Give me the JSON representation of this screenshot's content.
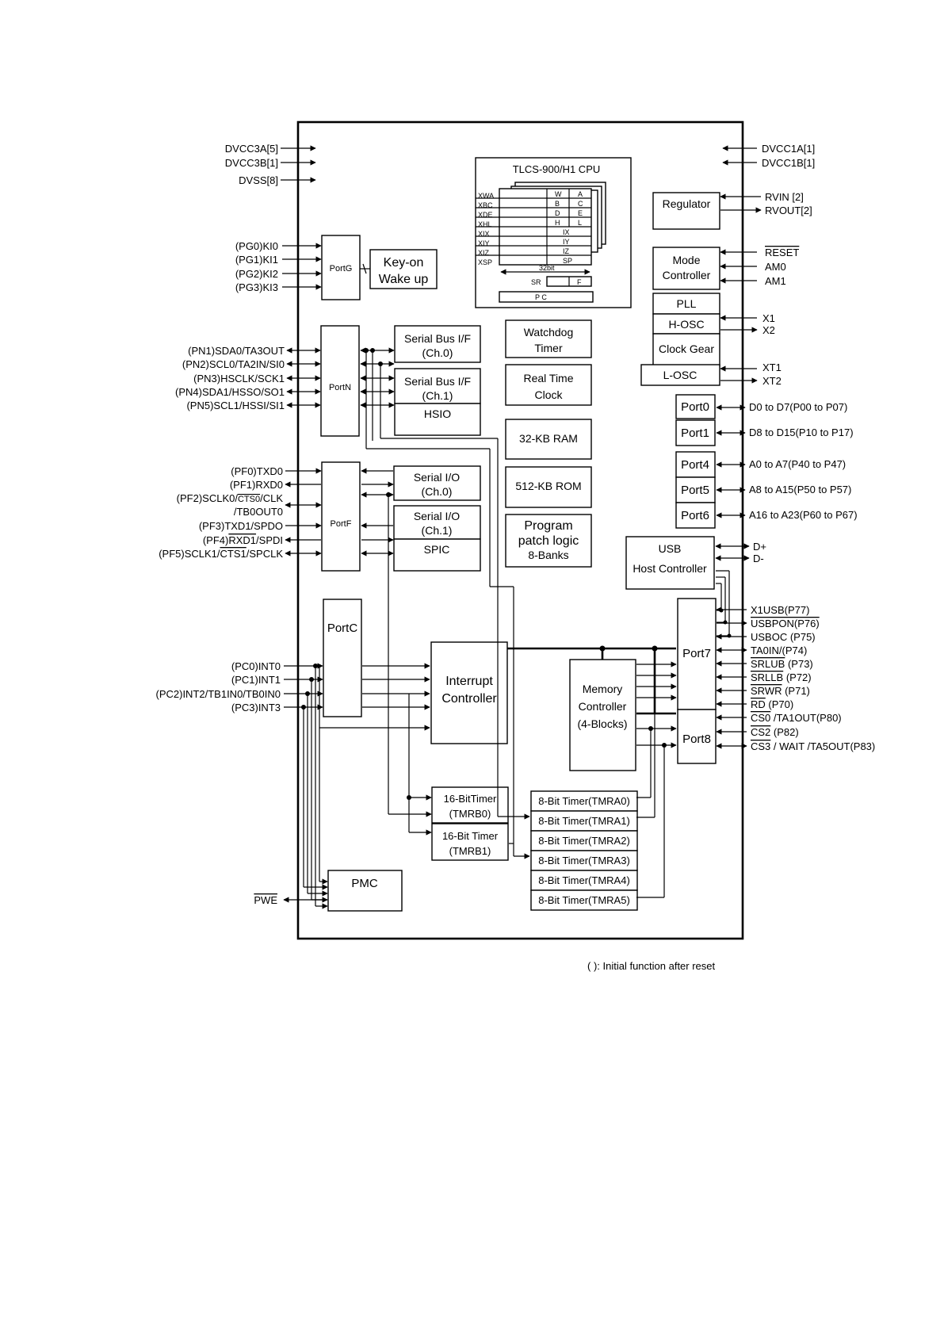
{
  "cpu": {
    "title": "TLCS-900/H1   CPU",
    "regs": [
      "XWA",
      "XBC",
      "XDE",
      "XHL",
      "XIX",
      "XIY",
      "XIZ",
      "XSP"
    ],
    "short_regs": [
      "W",
      "A",
      "B",
      "C",
      "D",
      "E",
      "H",
      "L"
    ],
    "index_regs": [
      "IX",
      "IY",
      "IZ",
      "SP"
    ],
    "bits": "32bit",
    "sr": "SR",
    "f": "F",
    "pc": "P   C"
  },
  "blocks": {
    "keyon_1": "Key-on",
    "keyon_2": "Wake up",
    "sbif0_1": "Serial Bus I/F",
    "sbif0_2": "(Ch.0)",
    "sbif1_1": "Serial Bus I/F",
    "sbif1_2": "(Ch.1)",
    "hsio": "HSIO",
    "wdt_1": "Watchdog",
    "wdt_2": "Timer",
    "rtc_1": "Real Time",
    "rtc_2": "Clock",
    "ram": "32-KB RAM",
    "rom": "512-KB ROM",
    "sio0_1": "Serial I/O",
    "sio0_2": "(Ch.0)",
    "sio1_1": "Serial I/O",
    "sio1_2": "(Ch.1)",
    "spic": "SPIC",
    "patch_1": "Program",
    "patch_2": "patch logic",
    "patch_3": "8-Banks",
    "intc_1": "Interrupt",
    "intc_2": "Controller",
    "mem_1": "Memory",
    "mem_2": "Controller",
    "mem_3": "(4-Blocks)",
    "tmrb0_1": "16-BitTimer",
    "tmrb0_2": "(TMRB0)",
    "tmrb1_1": "16-Bit Timer",
    "tmrb1_2": "(TMRB1)",
    "tmra": [
      "8-Bit Timer(TMRA0)",
      "8-Bit Timer(TMRA1)",
      "8-Bit Timer(TMRA2)",
      "8-Bit Timer(TMRA3)",
      "8-Bit Timer(TMRA4)",
      "8-Bit Timer(TMRA5)"
    ],
    "pmc": "PMC",
    "regulator": "Regulator",
    "mode_1": "Mode",
    "mode_2": "Controller",
    "pll": "PLL",
    "hosc": "H-OSC",
    "clockgear": "Clock Gear",
    "losc": "L-OSC",
    "usb_1": "USB",
    "usb_2": "Host Controller"
  },
  "ports": {
    "g": "PortG",
    "n": "PortN",
    "f": "PortF",
    "c": "PortC",
    "p0": "Port0",
    "p1": "Port1",
    "p4": "Port4",
    "p5": "Port5",
    "p6": "Port6",
    "p7": "Port7",
    "p8": "Port8"
  },
  "pins_left": {
    "dvcc3a": "DVCC3A[5]",
    "dvcc3b": "DVCC3B[1]",
    "dvss": "DVSS[8]",
    "pg": [
      "(PG0)KI0",
      "(PG1)KI1",
      "(PG2)KI2",
      "(PG3)KI3"
    ],
    "pn": [
      "(PN1)SDA0/TA3OUT",
      "(PN2)SCL0/TA2IN/SI0",
      "(PN3)HSCLK/SCK1",
      "(PN4)SDA1/HSSO/SO1",
      "(PN5)SCL1/HSSI/SI1"
    ],
    "pf0": "(PF0)TXD0",
    "pf1": "(PF1)RXD0",
    "pf2_a": "(PF2)SCLK0/",
    "pf2_b": "CTS0",
    "pf2_c": "/CLK",
    "pf2_d": "/TB0OUT0",
    "pf3": "(PF3)TXD1/SPDO",
    "pf4_a": "(PF4)",
    "pf4_b": "RXD1",
    "pf4_c": "/SPDI",
    "pf5_a": "(PF5)SCLK1/",
    "pf5_b": "CTS1",
    "pf5_c": "/SPCLK",
    "pc": [
      "(PC0)INT0",
      "(PC1)INT1",
      "(PC2)INT2/TB1IN0/TB0IN0",
      "(PC3)INT3"
    ],
    "pwe": "PWE"
  },
  "pins_right": {
    "dvcc1a": "DVCC1A[1]",
    "dvcc1b": "DVCC1B[1]",
    "rvin": "RVIN [2]",
    "rvout": "RVOUT[2]",
    "reset": "RESET",
    "am0": "AM0",
    "am1": "AM1",
    "x1": "X1",
    "x2": "X2",
    "xt1": "XT1",
    "xt2": "XT2",
    "p0": "D0 to D7(P00 to P07)",
    "p1": "D8 to D15(P10 to P17)",
    "p4": "A0 to A7(P40 to P47)",
    "p5": "A8 to A15(P50 to P57)",
    "p6": "A16 to A23(P60 to P67)",
    "dp": "D+",
    "dm": "D-",
    "p77": "X1USB(P77)",
    "p76": "USBPON(P76)",
    "p75": "USBOC (P75)",
    "p74": "TA0IN/(P74)",
    "p73_a": "SRLUB",
    "p73_b": " (P73)",
    "p72_a": "SRLLB",
    "p72_b": " (P72)",
    "p71_a": "SRWR",
    "p71_b": " (P71)",
    "p70_a": "RD",
    "p70_b": " (P70)",
    "p80_a": "CS0",
    "p80_b": " /TA1OUT(P80)",
    "p82_a": "CS2",
    "p82_b": " (P82)",
    "p83_a": "CS3",
    "p83_b": " / WAIT /TA5OUT(P83)"
  },
  "footnote": "( ): Initial function after reset"
}
